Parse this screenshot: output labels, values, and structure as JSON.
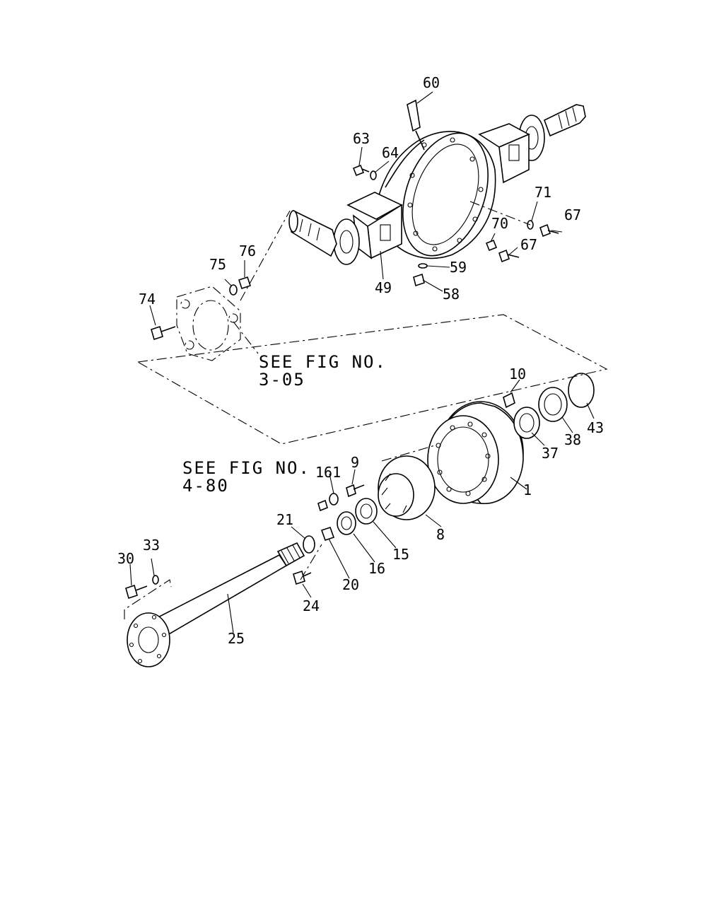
{
  "notes": {
    "see_fig_3_line1": "SEE FIG NO.",
    "see_fig_3_line2": "3-05",
    "see_fig_4_line1": "SEE FIG NO.",
    "see_fig_4_line2": "4-80"
  },
  "callouts": {
    "p60": "60",
    "p63": "63",
    "p64": "64",
    "p71": "71",
    "p67a": "67",
    "p67b": "67",
    "p70": "70",
    "p59": "59",
    "p58": "58",
    "p49": "49",
    "p76": "76",
    "p75": "75",
    "p74": "74",
    "p10": "10",
    "p37": "37",
    "p38": "38",
    "p43": "43",
    "p1": "1",
    "p8": "8",
    "p9": "9",
    "p161": "161",
    "p15": "15",
    "p16": "16",
    "p20": "20",
    "p21": "21",
    "p24": "24",
    "p25": "25",
    "p30": "30",
    "p33": "33"
  }
}
